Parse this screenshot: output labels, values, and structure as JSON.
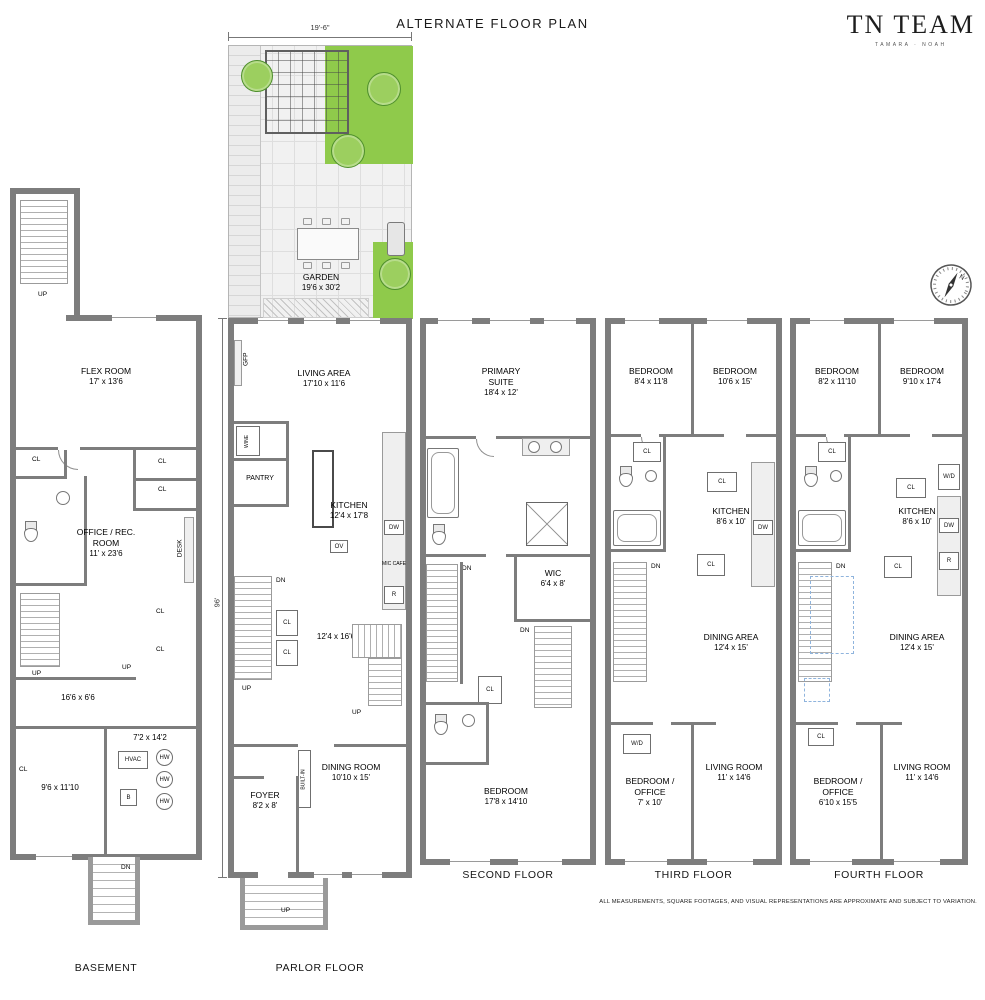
{
  "header": {
    "title": "ALTERNATE FLOOR PLAN",
    "brand": "TN TEAM",
    "brand_sub": "TAMARA · NOAH"
  },
  "footer": {
    "disclaimer": "ALL MEASUREMENTS, SQUARE FOOTAGES, AND VISUAL REPRESENTATIONS ARE APPROXIMATE AND SUBJECT TO VARIATION."
  },
  "compass": {
    "north": "N"
  },
  "dims": {
    "garden_width": "19'-6\"",
    "building_depth": "96'"
  },
  "garden": {
    "name": "GARDEN",
    "size": "19'6 x 30'2"
  },
  "abbr": {
    "cl": "CL",
    "up": "UP",
    "dn": "DN",
    "dw": "DW",
    "ov": "OV",
    "r": "R",
    "hw": "HW",
    "b": "B",
    "hvac": "HVAC",
    "gfp": "GFP",
    "wine": "WINE",
    "desk": "DESK",
    "builtin": "BUILT-IN",
    "wd": "W/D",
    "mic": "MIC CAFE"
  },
  "floors": {
    "basement": {
      "label": "BASEMENT",
      "flex": {
        "name": "FLEX ROOM",
        "size": "17' x 13'6"
      },
      "office": {
        "name": "OFFICE / REC. ROOM",
        "size": "11' x 23'6"
      },
      "util": {
        "size": "16'6 x 6'6"
      },
      "mech": {
        "size": "7'2 x 14'2"
      },
      "store": {
        "size": "9'6 x 11'10"
      }
    },
    "parlor": {
      "label": "PARLOR FLOOR",
      "living": {
        "name": "LIVING AREA",
        "size": "17'10 x 11'6"
      },
      "pantry": {
        "name": "PANTRY"
      },
      "kitchen": {
        "name": "KITCHEN",
        "size": "12'4 x 17'8"
      },
      "hall": {
        "size": "12'4 x 16'6"
      },
      "dining": {
        "name": "DINING ROOM",
        "size": "10'10 x 15'"
      },
      "foyer": {
        "name": "FOYER",
        "size": "8'2 x 8'"
      }
    },
    "second": {
      "label": "SECOND FLOOR",
      "primary": {
        "name": "PRIMARY SUITE",
        "size": "18'4 x 12'"
      },
      "wic": {
        "name": "WIC",
        "size": "6'4 x 8'"
      },
      "bedroom": {
        "name": "BEDROOM",
        "size": "17'8 x 14'10"
      }
    },
    "third": {
      "label": "THIRD FLOOR",
      "bedroom1": {
        "name": "BEDROOM",
        "size": "8'4 x 11'8"
      },
      "bedroom2": {
        "name": "BEDROOM",
        "size": "10'6 x 15'"
      },
      "kitchen": {
        "name": "KITCHEN",
        "size": "8'6 x 10'"
      },
      "dining": {
        "name": "DINING AREA",
        "size": "12'4 x 15'"
      },
      "bedoffice": {
        "name": "BEDROOM / OFFICE",
        "size": "7' x 10'"
      },
      "living": {
        "name": "LIVING ROOM",
        "size": "11' x 14'6"
      }
    },
    "fourth": {
      "label": "FOURTH FLOOR",
      "bedroom1": {
        "name": "BEDROOM",
        "size": "8'2 x 11'10"
      },
      "bedroom2": {
        "name": "BEDROOM",
        "size": "9'10 x 17'4"
      },
      "kitchen": {
        "name": "KITCHEN",
        "size": "8'6 x 10'"
      },
      "dining": {
        "name": "DINING AREA",
        "size": "12'4 x 15'"
      },
      "bedoffice": {
        "name": "BEDROOM / OFFICE",
        "size": "6'10 x 15'5"
      },
      "living": {
        "name": "LIVING ROOM",
        "size": "11' x 14'6"
      }
    }
  }
}
